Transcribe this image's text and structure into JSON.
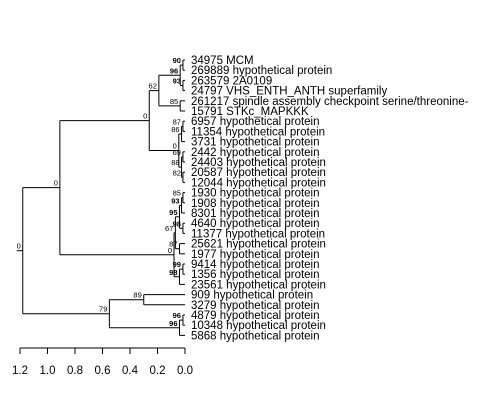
{
  "tree": {
    "leaves": [
      {
        "id": "L1",
        "label": "34975 MCM"
      },
      {
        "id": "L2",
        "label": "269889 hypothetical protein"
      },
      {
        "id": "L3",
        "label": "263579 2A0109"
      },
      {
        "id": "L4",
        "label": "24797 VHS_ENTH_ANTH superfamily"
      },
      {
        "id": "L5",
        "label": "261217 spindle assembly checkpoint serine/threonine-"
      },
      {
        "id": "L6",
        "label": "15791 STKc_MAPKKK"
      },
      {
        "id": "L7",
        "label": "6957 hypothetical protein"
      },
      {
        "id": "L8",
        "label": "11354 hypothetical protein"
      },
      {
        "id": "L9",
        "label": "3731 hypothetical protein"
      },
      {
        "id": "L10",
        "label": "2442 hypothetical protein"
      },
      {
        "id": "L11",
        "label": "24403 hypothetical protein"
      },
      {
        "id": "L12",
        "label": "20587 hypothetical protein"
      },
      {
        "id": "L13",
        "label": "12044 hypothetical protein"
      },
      {
        "id": "L14",
        "label": "1930 hypothetical protein"
      },
      {
        "id": "L15",
        "label": "1908 hypothetical protein"
      },
      {
        "id": "L16",
        "label": "8301 hypothetical protein"
      },
      {
        "id": "L17",
        "label": "4640 hypothetical protein"
      },
      {
        "id": "L18",
        "label": "11377 hypothetical protein"
      },
      {
        "id": "L19",
        "label": "25621 hypothetical protein"
      },
      {
        "id": "L20",
        "label": "1977 hypothetical protein"
      },
      {
        "id": "L21",
        "label": "9414 hypothetical protein"
      },
      {
        "id": "L22",
        "label": "1356 hypothetical protein"
      },
      {
        "id": "L23",
        "label": "23561 hypothetical protein"
      },
      {
        "id": "L24",
        "label": "909 hypothetical protein"
      },
      {
        "id": "L25",
        "label": "3279 hypothetical protein"
      },
      {
        "id": "L26",
        "label": "4879 hypothetical protein"
      },
      {
        "id": "L27",
        "label": "10348 hypothetical protein"
      },
      {
        "id": "L28",
        "label": "5868 hypothetical protein"
      }
    ],
    "nodes": [
      {
        "id": "N90",
        "h": 0.015,
        "children": [
          "L1",
          "L2"
        ],
        "support": "90",
        "bold": true
      },
      {
        "id": "N93",
        "h": 0.015,
        "children": [
          "L3",
          "L4"
        ],
        "support": "93",
        "bold": true
      },
      {
        "id": "N96a",
        "h": 0.035,
        "children": [
          "N90",
          "N93"
        ],
        "support": "96",
        "bold": true
      },
      {
        "id": "N85a",
        "h": 0.035,
        "children": [
          "L5",
          "L6"
        ],
        "support": "85",
        "bold": false
      },
      {
        "id": "N62",
        "h": 0.19,
        "children": [
          "N96a",
          "N85a"
        ],
        "support": "62",
        "bold": false
      },
      {
        "id": "N87a",
        "h": 0.015,
        "children": [
          "L7",
          "L8"
        ],
        "support": "87",
        "bold": false
      },
      {
        "id": "N86",
        "h": 0.025,
        "children": [
          "N87a",
          "L9"
        ],
        "support": "86",
        "bold": false
      },
      {
        "id": "N69",
        "h": 0.015,
        "children": [
          "L10",
          "L11"
        ],
        "support": "69",
        "bold": false
      },
      {
        "id": "N82",
        "h": 0.015,
        "children": [
          "L12",
          "L13"
        ],
        "support": "82",
        "bold": false
      },
      {
        "id": "N88",
        "h": 0.025,
        "children": [
          "N69",
          "N82"
        ],
        "support": "88",
        "bold": false
      },
      {
        "id": "N0b",
        "h": 0.045,
        "children": [
          "N86",
          "N88"
        ],
        "support": "0",
        "bold": false
      },
      {
        "id": "N0a",
        "h": 0.26,
        "children": [
          "N62",
          "N0b"
        ],
        "support": "0",
        "bold": false
      },
      {
        "id": "N85b",
        "h": 0.015,
        "children": [
          "L14",
          "L15"
        ],
        "support": "85",
        "bold": false
      },
      {
        "id": "N93b",
        "h": 0.025,
        "children": [
          "N85b",
          "L16"
        ],
        "support": "93",
        "bold": true
      },
      {
        "id": "N98a",
        "h": 0.015,
        "children": [
          "L17",
          "L18"
        ],
        "support": "98",
        "bold": true
      },
      {
        "id": "N95",
        "h": 0.04,
        "children": [
          "N93b",
          "N98a"
        ],
        "support": "95",
        "bold": true
      },
      {
        "id": "N87b",
        "h": 0.04,
        "children": [
          "L19",
          "L20"
        ],
        "support": "87",
        "bold": false
      },
      {
        "id": "N67",
        "h": 0.07,
        "children": [
          "N95",
          "N87b"
        ],
        "support": "67",
        "bold": false
      },
      {
        "id": "N99",
        "h": 0.015,
        "children": [
          "L21",
          "L22"
        ],
        "support": "99",
        "bold": true
      },
      {
        "id": "N98b",
        "h": 0.04,
        "children": [
          "N99",
          "L23"
        ],
        "support": "98",
        "bold": true
      },
      {
        "id": "N0c",
        "h": 0.08,
        "children": [
          "N67",
          "N98b"
        ],
        "support": "0",
        "bold": false
      },
      {
        "id": "N0d",
        "h": 0.91,
        "children": [
          "N0a",
          "N0c"
        ],
        "support": "0",
        "bold": false
      },
      {
        "id": "N96b",
        "h": 0.015,
        "children": [
          "L26",
          "L27"
        ],
        "support": "96",
        "bold": true
      },
      {
        "id": "N96c",
        "h": 0.04,
        "children": [
          "N96b",
          "L28"
        ],
        "support": "96",
        "bold": true
      },
      {
        "id": "N89",
        "h": 0.3,
        "children": [
          "L24",
          "L25"
        ],
        "support": "89",
        "bold": false
      },
      {
        "id": "N79",
        "h": 0.55,
        "children": [
          "N89",
          "N96c"
        ],
        "support": "79",
        "bold": false
      },
      {
        "id": "Nroot",
        "h": 1.18,
        "children": [
          "N0d",
          "N79"
        ],
        "support": "0",
        "bold": false
      }
    ],
    "root": "Nroot"
  },
  "axis": {
    "min": 0.0,
    "max": 1.2,
    "ticks": [
      1.2,
      1.0,
      0.8,
      0.6,
      0.4,
      0.2,
      0.0
    ],
    "tick_labels": [
      "1.2",
      "1.0",
      "0.8",
      "0.6",
      "0.4",
      "0.2",
      "0.0"
    ]
  }
}
